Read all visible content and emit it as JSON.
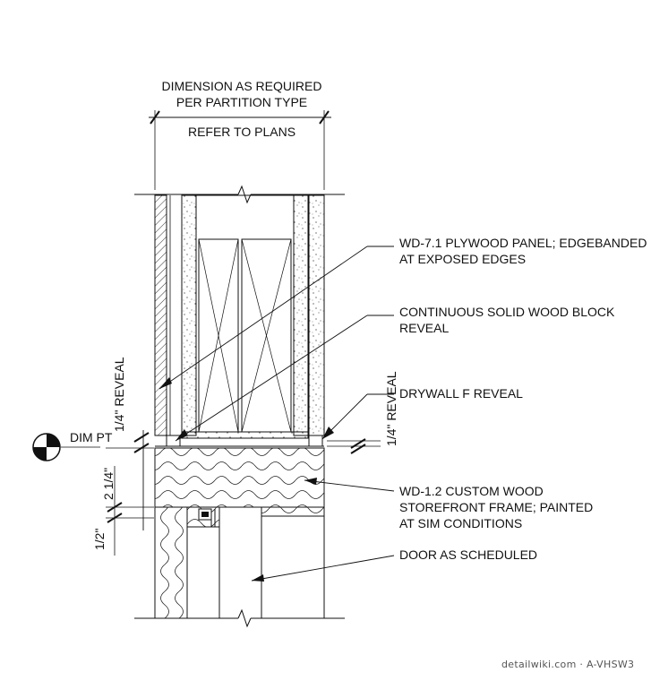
{
  "top_dimension": {
    "line1": "DIMENSION AS REQUIRED",
    "line2": "PER PARTITION TYPE",
    "line3": "REFER TO PLANS"
  },
  "notes": {
    "plywood": {
      "line1": "WD-7.1 PLYWOOD PANEL; EDGEBANDED",
      "line2": "AT EXPOSED EDGES"
    },
    "solid_block": {
      "line1": "CONTINUOUS SOLID WOOD BLOCK",
      "line2": "REVEAL"
    },
    "drywall": {
      "line1": "DRYWALL F REVEAL"
    },
    "storefront": {
      "line1": "WD-1.2 CUSTOM WOOD",
      "line2": "STOREFRONT FRAME; PAINTED",
      "line3": "AT SIM CONDITIONS"
    },
    "door": {
      "line1": "DOOR AS SCHEDULED"
    }
  },
  "dimensions": {
    "left_reveal": "1/4\" REVEAL",
    "right_reveal": "1/4\" REVEAL",
    "two_quarter": "2 1/4\"",
    "half": "1/2\"",
    "dim_point": "DIM PT"
  },
  "watermark": "detailwiki.com · A-VHSW3"
}
